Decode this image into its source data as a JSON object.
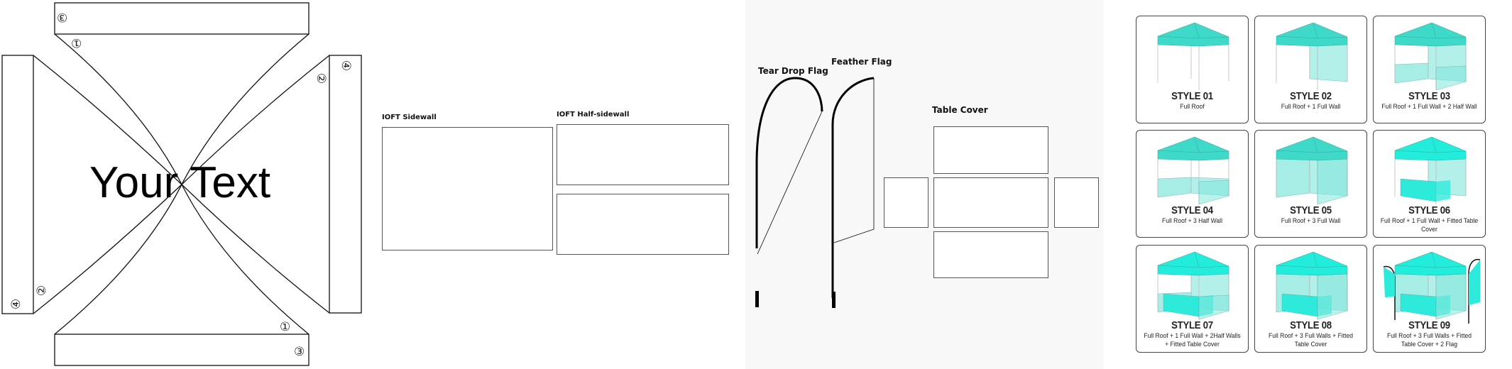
{
  "roof_template": {
    "center_text": "Your Text",
    "markers": {
      "top_3": "③",
      "top_1": "①",
      "right_4": "④",
      "right_2": "②",
      "left_2": "②",
      "left_4": "④",
      "bottom_1": "①",
      "bottom_3": "③"
    }
  },
  "sidewall": {
    "label": "IOFT Sidewall"
  },
  "half_sidewall": {
    "label": "IOFT Half-sidewall"
  },
  "flags": {
    "teardrop_label": "Tear Drop Flag",
    "feather_label": "Feather Flag"
  },
  "table_cover": {
    "label": "Table Cover"
  },
  "colors": {
    "roof": "#3fd9c9",
    "roof_bright": "#22ecdc",
    "wall": "#7fe6da",
    "table": "#2eeadb"
  },
  "styles": [
    {
      "title": "STYLE 01",
      "desc": "Full Roof"
    },
    {
      "title": "STYLE 02",
      "desc": "Full Roof + 1 Full Wall"
    },
    {
      "title": "STYLE 03",
      "desc": "Full Roof + 1 Full Wall + 2 Half  Wall"
    },
    {
      "title": "STYLE 04",
      "desc": "Full Roof + 3 Half Wall"
    },
    {
      "title": "STYLE 05",
      "desc": "Full Roof + 3 Full Wall"
    },
    {
      "title": "STYLE 06",
      "desc": "Full Roof + 1 Full Wall + Fitted Table Cover"
    },
    {
      "title": "STYLE 07",
      "desc": "Full Roof + 1 Full Wall + 2Half  Walls + Fitted Table Cover"
    },
    {
      "title": "STYLE 08",
      "desc": "Full Roof + 3 Full Walls + Fitted Table Cover"
    },
    {
      "title": "STYLE 09",
      "desc": "Full Roof + 3 Full Walls + Fitted Table Cover + 2 Flag"
    }
  ]
}
